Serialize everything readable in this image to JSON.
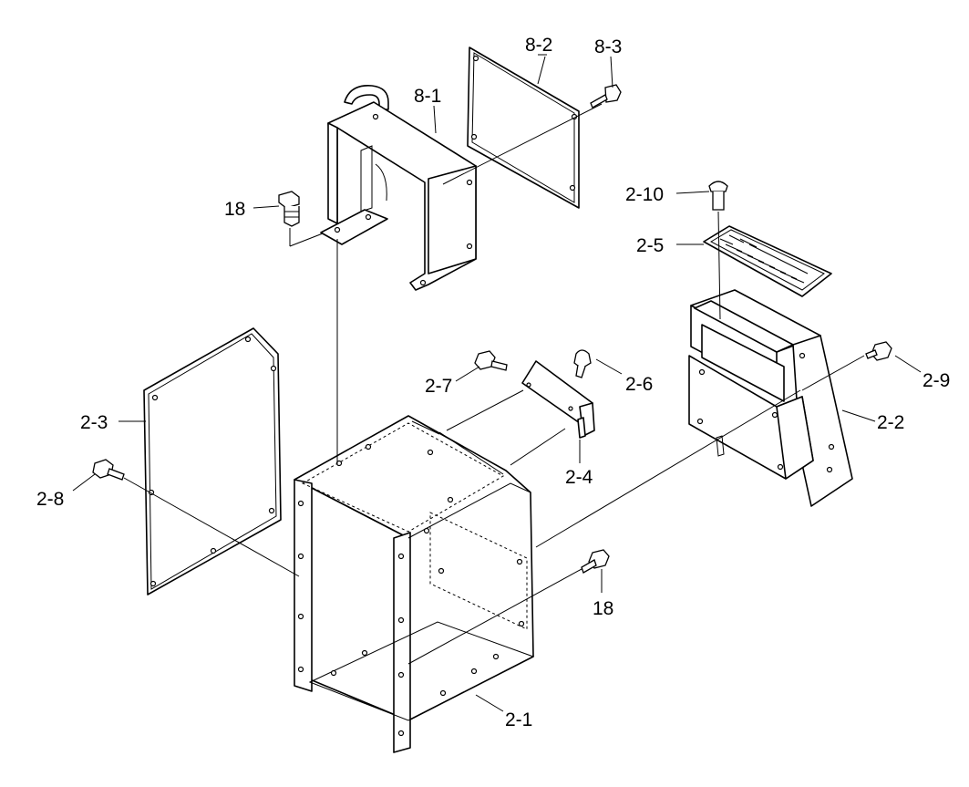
{
  "labels": {
    "p8_2": "8-2",
    "p8_3": "8-3",
    "p8_1": "8-1",
    "p18_top": "18",
    "p2_10": "2-10",
    "p2_5": "2-5",
    "p2_7": "2-7",
    "p2_6": "2-6",
    "p2_9": "2-9",
    "p2_3": "2-3",
    "p2_2": "2-2",
    "p2_8": "2-8",
    "p2_4": "2-4",
    "p18_bottom": "18",
    "p2_1": "2-1"
  }
}
